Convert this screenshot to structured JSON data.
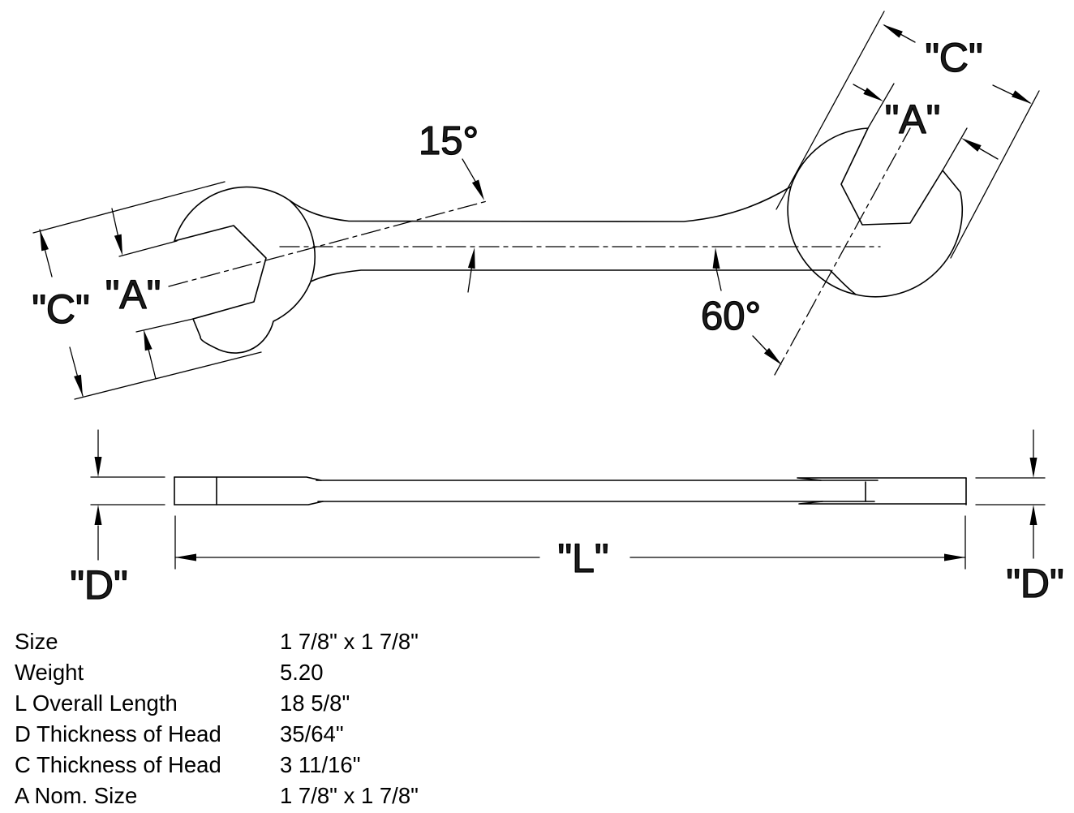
{
  "drawing": {
    "top_view": {
      "left_head": {
        "c_label": "\"C\"",
        "a_label": "\"A\"",
        "angle_label": "15°"
      },
      "right_head": {
        "c_label": "\"C\"",
        "a_label": "\"A\"",
        "angle_label": "60°"
      }
    },
    "side_view": {
      "length_label": "\"L\"",
      "d_left_label": "\"D\"",
      "d_right_label": "\"D\""
    }
  },
  "spec_table": {
    "rows": [
      {
        "label": "Size",
        "value": "1 7/8\" x 1 7/8\""
      },
      {
        "label": "Weight",
        "value": "5.20"
      },
      {
        "label": "L Overall Length",
        "value": "18 5/8\""
      },
      {
        "label": "D Thickness of Head",
        "value": "35/64\""
      },
      {
        "label": "C Thickness of Head",
        "value": "3 11/16\""
      },
      {
        "label": "A Nom. Size",
        "value": "1 7/8\" x 1 7/8\""
      }
    ]
  }
}
